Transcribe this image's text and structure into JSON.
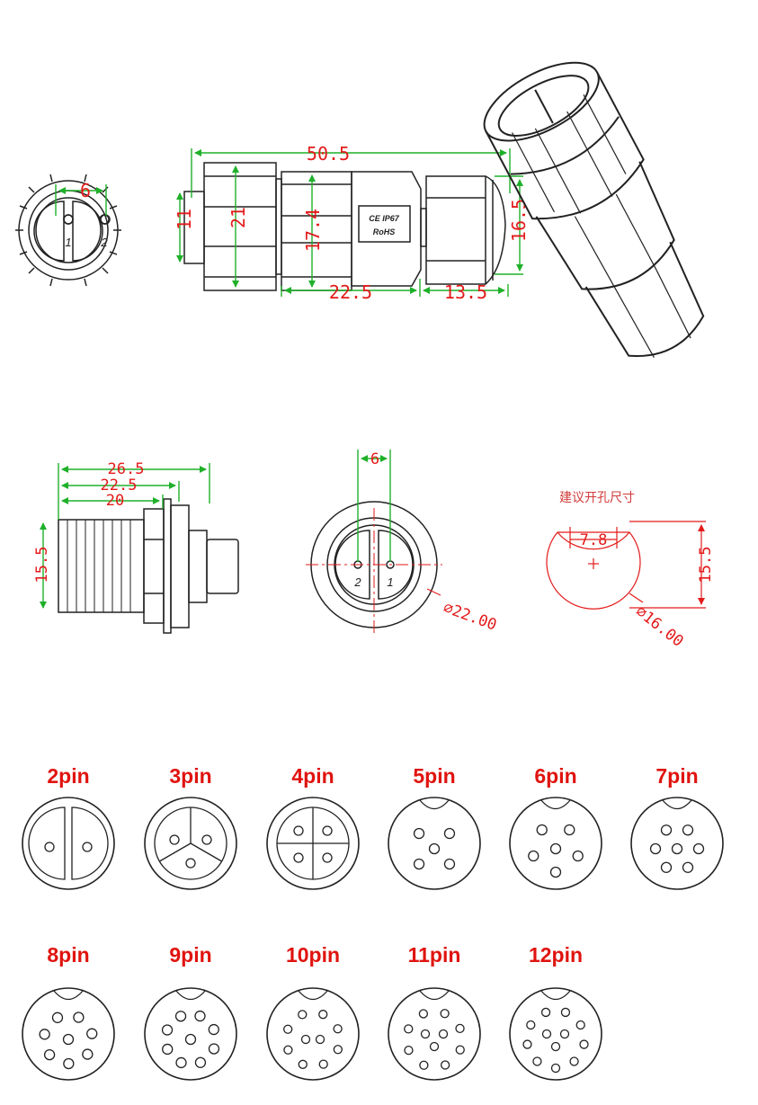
{
  "top": {
    "pin_spacing": "6",
    "pin_labels": [
      "1",
      "2"
    ],
    "length_total": "50.5",
    "height_nut": "11",
    "height_body": "21",
    "height_mid": "17.4",
    "length_mid": "22.5",
    "length_tail": "13.5",
    "height_tail": "16.5",
    "marking_ce": "CE IP67",
    "marking_rohs": "RoHS"
  },
  "panel": {
    "length_a": "26.5",
    "length_b": "22.5",
    "length_c": "20",
    "height": "15.5",
    "front_pin_spacing": "6",
    "front_pin_labels": [
      "2",
      "1"
    ],
    "front_diameter": "⌀22.00",
    "cutout_note": "建议开孔尺寸",
    "cutout_flat": "7.8",
    "cutout_height": "15.5",
    "cutout_diameter": "⌀16.00"
  },
  "pin_variants": [
    {
      "label": "2pin",
      "pins": 2
    },
    {
      "label": "3pin",
      "pins": 3
    },
    {
      "label": "4pin",
      "pins": 4
    },
    {
      "label": "5pin",
      "pins": 5
    },
    {
      "label": "6pin",
      "pins": 6
    },
    {
      "label": "7pin",
      "pins": 7
    },
    {
      "label": "8pin",
      "pins": 8
    },
    {
      "label": "9pin",
      "pins": 9
    },
    {
      "label": "10pin",
      "pins": 10
    },
    {
      "label": "11pin",
      "pins": 11
    },
    {
      "label": "12pin",
      "pins": 12
    }
  ],
  "colors": {
    "dimension_line": "#1fb02a",
    "dimension_text": "#e31a1a",
    "label_text": "#e0140f",
    "outline": "#222222"
  }
}
